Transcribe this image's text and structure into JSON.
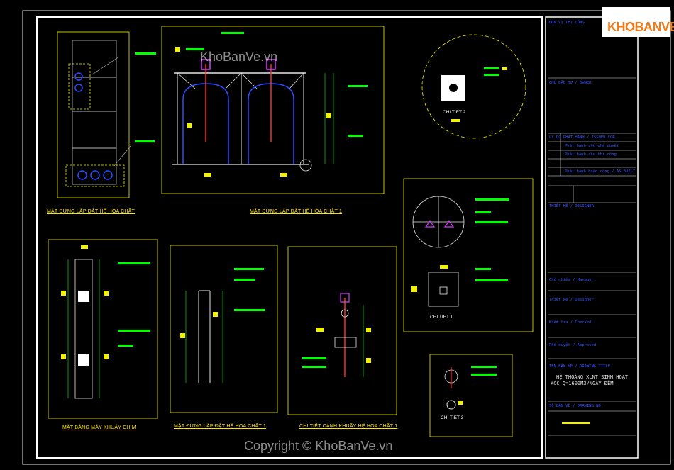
{
  "logo": {
    "text": "KHOBANVE",
    "brand_color": "#f07a16"
  },
  "watermark_top": "KhoBanVe.vn",
  "watermark_bottom": "Copyright © KhoBanVe.vn",
  "labels": {
    "lbl1": "MẶT ĐỨNG LẮP ĐẶT HỆ HÓA CHẤT",
    "lbl2": "MẶT ĐỨNG LẮP ĐẶT HỆ HÓA CHẤT 1",
    "lbl3": "MẶT BẰNG MÁY KHUẤY CHÌM",
    "lbl4": "MẶT ĐỨNG LẮP ĐẶT HỆ HÓA CHẤT 1",
    "lbl5": "CHI TIẾT CÁNH KHUẤY HỆ HÓA CHẤT 1"
  },
  "details": {
    "ct2": "CHI TIET 2",
    "ct1": "CHI TIET 1",
    "ct3": "CHI TIET 3"
  },
  "title_block": {
    "r1": "ĐƠN VỊ THI CÔNG",
    "r2": "CHỦ ĐẦU TƯ / OWNER",
    "r3": "LÝ DO PHÁT HÀNH / ISSUED FOR",
    "r4": "Phát hành cho phê duyệt",
    "r5": "Phát hành cho thi công",
    "r6": "Phát hành hoàn công / AS BUILT",
    "r7": "THIẾT KẾ / DESIGNER",
    "r8": "Chủ nhiệm / Manager",
    "r9": "Thiết kế / Designer",
    "r10": "Kiểm tra / Checked",
    "r11": "Phê duyệt / Approved",
    "r12": "TÊN BẢN VẼ / DRAWING TITLE",
    "title_line1": "HỆ THOÁNG XLNT SINH HOẠT",
    "title_line2": "KCC Q=1600M3/NGÀY ĐÊM",
    "r13": "SỐ BẢN VẼ / DRAWING NO."
  },
  "colors": {
    "cad_bg": "#000000",
    "frame": "#ffffff",
    "view_border": "#f2f200",
    "dim_green": "#00ff00",
    "label_yellow": "#ffe600",
    "tank_blue": "#2a4cff",
    "pipe_red": "#ff2a2a",
    "equip_magenta": "#d83cff"
  }
}
